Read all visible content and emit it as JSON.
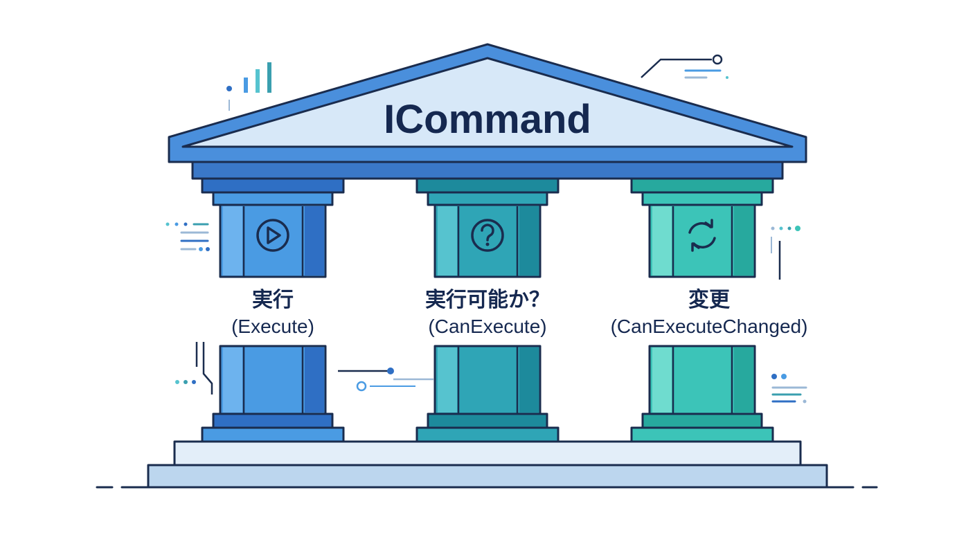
{
  "title": "ICommand",
  "pillars": [
    {
      "label_jp": "実行",
      "label_en": "(Execute)",
      "icon": "play-circle-icon"
    },
    {
      "label_jp": "実行可能か？",
      "label_en": "(CanExecute)",
      "icon": "question-circle-icon"
    },
    {
      "label_jp": "変更",
      "label_en": "(CanExecuteChanged)",
      "icon": "refresh-arrows-icon"
    }
  ],
  "colors": {
    "outline": "#1a2c4e",
    "roof": "#4a8fdc",
    "roof_inner": "#d7e8f8",
    "pillar_blue": "#4a9be3",
    "pillar_blue_dark": "#2f6fc4",
    "pillar_teal": "#2fa5b6",
    "pillar_teal_dark": "#1d8a9c",
    "pillar_green": "#3cc4b8",
    "pillar_green_dark": "#27a99e",
    "base": "#dbe9f6"
  }
}
